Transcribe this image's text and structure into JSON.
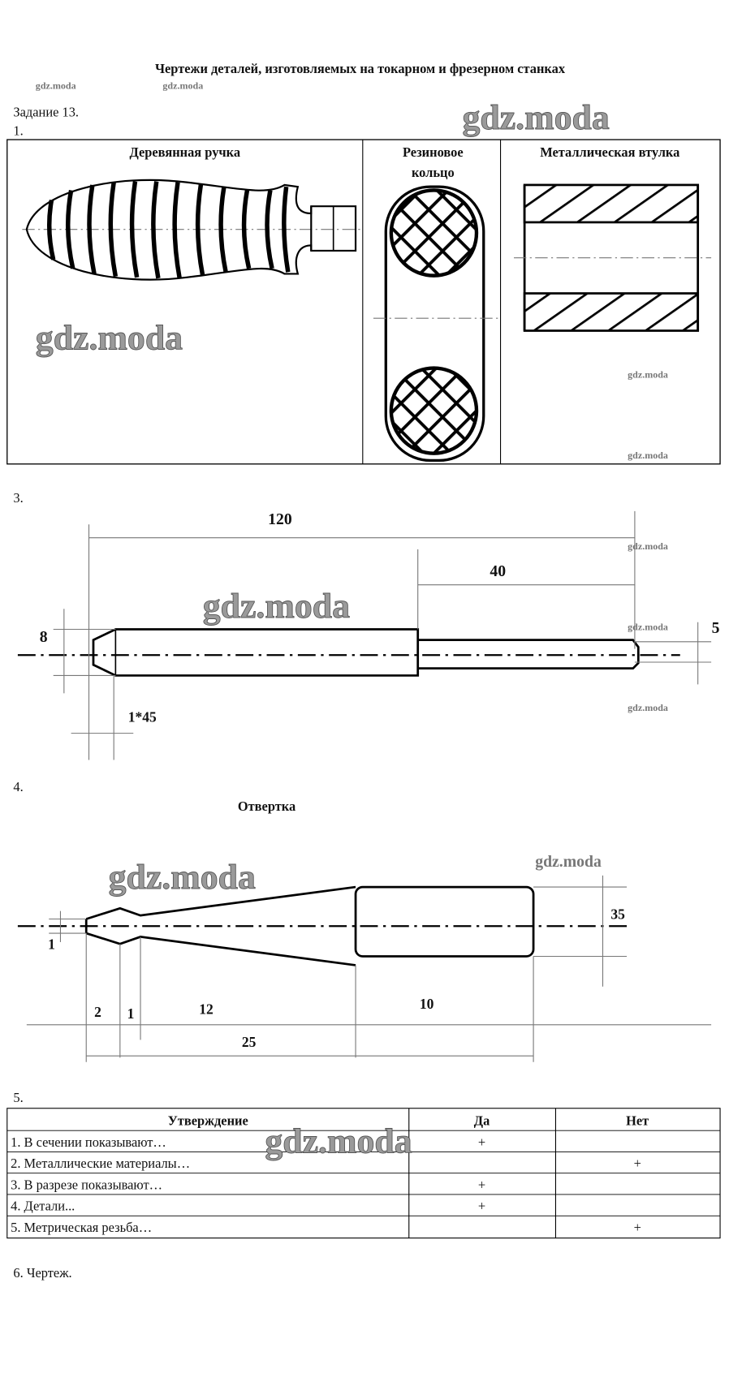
{
  "title": "Чертежи деталей, изготовляемых на токарном и фрезерном станках",
  "task": "Задание 13.",
  "watermark": "gdz.moda",
  "section1": {
    "number": "1.",
    "columns": [
      "Деревянная ручка",
      "Резиновое",
      "кольцо",
      "Металлическая втулка"
    ]
  },
  "section3": {
    "number": "3.",
    "dims": {
      "total": "120",
      "part": "40",
      "diam_big": "8",
      "diam_small": "5",
      "chamfer": "1*45"
    }
  },
  "section4": {
    "number": "4.",
    "caption": "Отвертка",
    "dims": {
      "tip": "1",
      "diam": "35",
      "a": "2",
      "b": "1",
      "c": "12",
      "d": "10",
      "e": "25"
    }
  },
  "section5": {
    "number": "5.",
    "headers": [
      "Утверждение",
      "Да",
      "Нет"
    ],
    "rows": [
      {
        "text": "1. В сечении показывают…",
        "yes": "+",
        "no": ""
      },
      {
        "text": "2. Металлические материалы…",
        "yes": "",
        "no": "+"
      },
      {
        "text": "3. В разрезе показывают…",
        "yes": "+",
        "no": ""
      },
      {
        "text": "4. Детали...",
        "yes": "+",
        "no": ""
      },
      {
        "text": "5. Метрическая резьба…",
        "yes": "",
        "no": "+"
      }
    ]
  },
  "section6": {
    "label": "6. Чертеж."
  }
}
